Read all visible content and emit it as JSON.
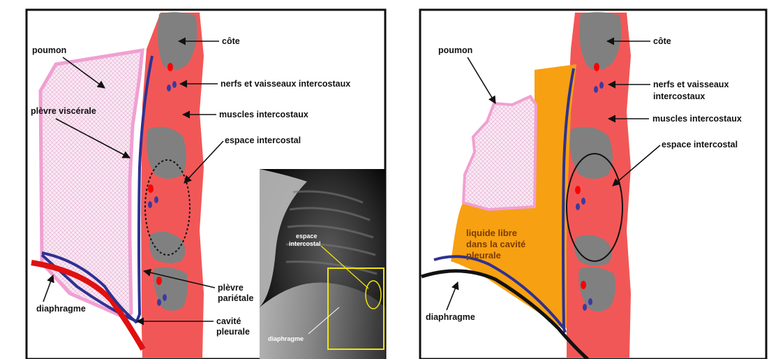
{
  "left": {
    "labels": {
      "poumon": "poumon",
      "plevre_viscerale": "plèvre viscérale",
      "cote": "côte",
      "nerfs": "nerfs et vaisseaux intercostaux",
      "muscles": "muscles intercostaux",
      "espace": "espace intercostal",
      "plevre_parietale_1": "plèvre",
      "plevre_parietale_2": "pariétale",
      "cavite_1": "cavité",
      "cavite_2": "pleurale",
      "diaphragme": "diaphragme"
    },
    "xray": {
      "espace_1": "espace",
      "espace_2": "intercostal",
      "diaphragme": "diaphragme"
    }
  },
  "right": {
    "labels": {
      "poumon": "poumon",
      "cote": "côte",
      "nerfs_1": "nerfs et vaisseaux",
      "nerfs_2": "intercostaux",
      "muscles": "muscles intercostaux",
      "espace": "espace intercostal",
      "liquide_1": "liquide libre",
      "liquide_2": "dans la cavité",
      "liquide_3": "pleurale",
      "diaphragme": "diaphragme"
    }
  },
  "colors": {
    "muscle": "#f25757",
    "rib": "#808080",
    "pleura": "#2e3192",
    "lung_border": "#f0a0d2",
    "lung_fill": "#fbeaf5",
    "diaphragm": "#e01010",
    "fluid": "#f7a012"
  }
}
